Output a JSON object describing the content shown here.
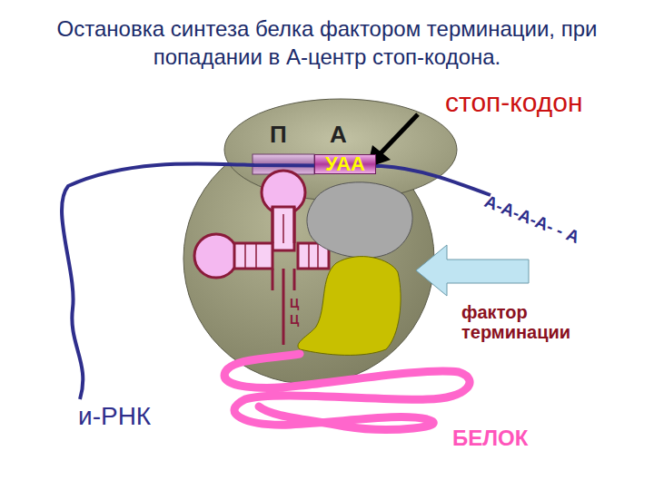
{
  "diagram": {
    "title": "Остановка синтеза белка фактором терминации, при попадании в А-центр стоп-кодона.",
    "nodes": [
      {
        "text": [
          "УАА"
        ]
      }
    ],
    "labels": [
      "П",
      "А",
      "стоп-кодон",
      "А-А-А-А- - А",
      "Ц",
      "Ц",
      "фактор терминации",
      "и-РНК",
      "БЕЛОК"
    ]
  }
}
